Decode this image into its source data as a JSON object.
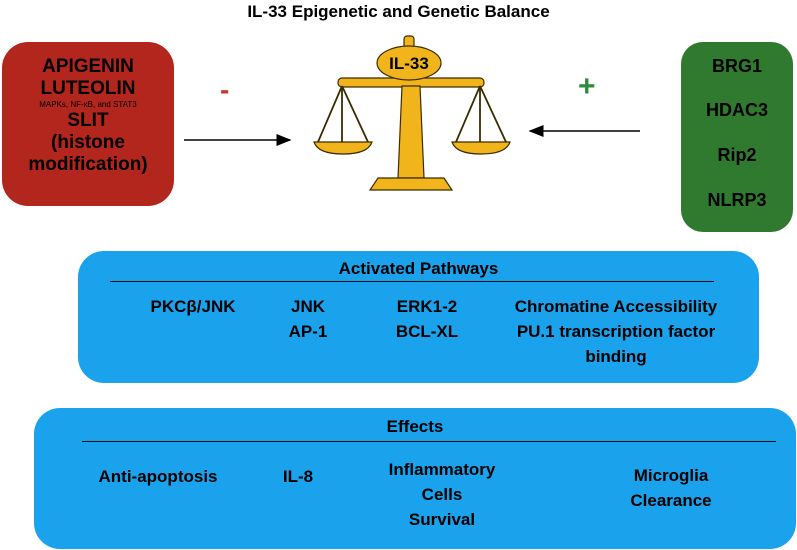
{
  "title": "IL-33 Epigenetic and Genetic Balance",
  "left_box": {
    "lines": [
      "APIGENIN",
      "LUTEOLIN"
    ],
    "note": "MAPKs, NF-κB, and STAT3",
    "lines2": [
      "SLIT",
      "(histone",
      "modification)"
    ],
    "color": "#b3261e"
  },
  "right_box": {
    "items": [
      "BRG1",
      "HDAC3",
      "Rip2",
      "NLRP3"
    ],
    "color": "#2f7a2f"
  },
  "minus_sign": "-",
  "plus_sign": "+",
  "scale_label": "IL-33",
  "scale_color": "#f1b51b",
  "pathways": {
    "title": "Activated Pathways",
    "items": [
      [
        "PKCβ/JNK"
      ],
      [
        "JNK",
        "AP-1"
      ],
      [
        "ERK1-2",
        "BCL-XL"
      ],
      [
        "Chromatine Accessibility",
        "PU.1 transcription factor",
        "binding"
      ]
    ]
  },
  "effects": {
    "title": "Effects",
    "items": [
      [
        "Anti-apoptosis"
      ],
      [
        "IL-8"
      ],
      [
        "Inflammatory",
        "Cells",
        "Survival"
      ],
      [
        "Microglia",
        "Clearance"
      ]
    ]
  },
  "panel_color": "#1aa3ec"
}
